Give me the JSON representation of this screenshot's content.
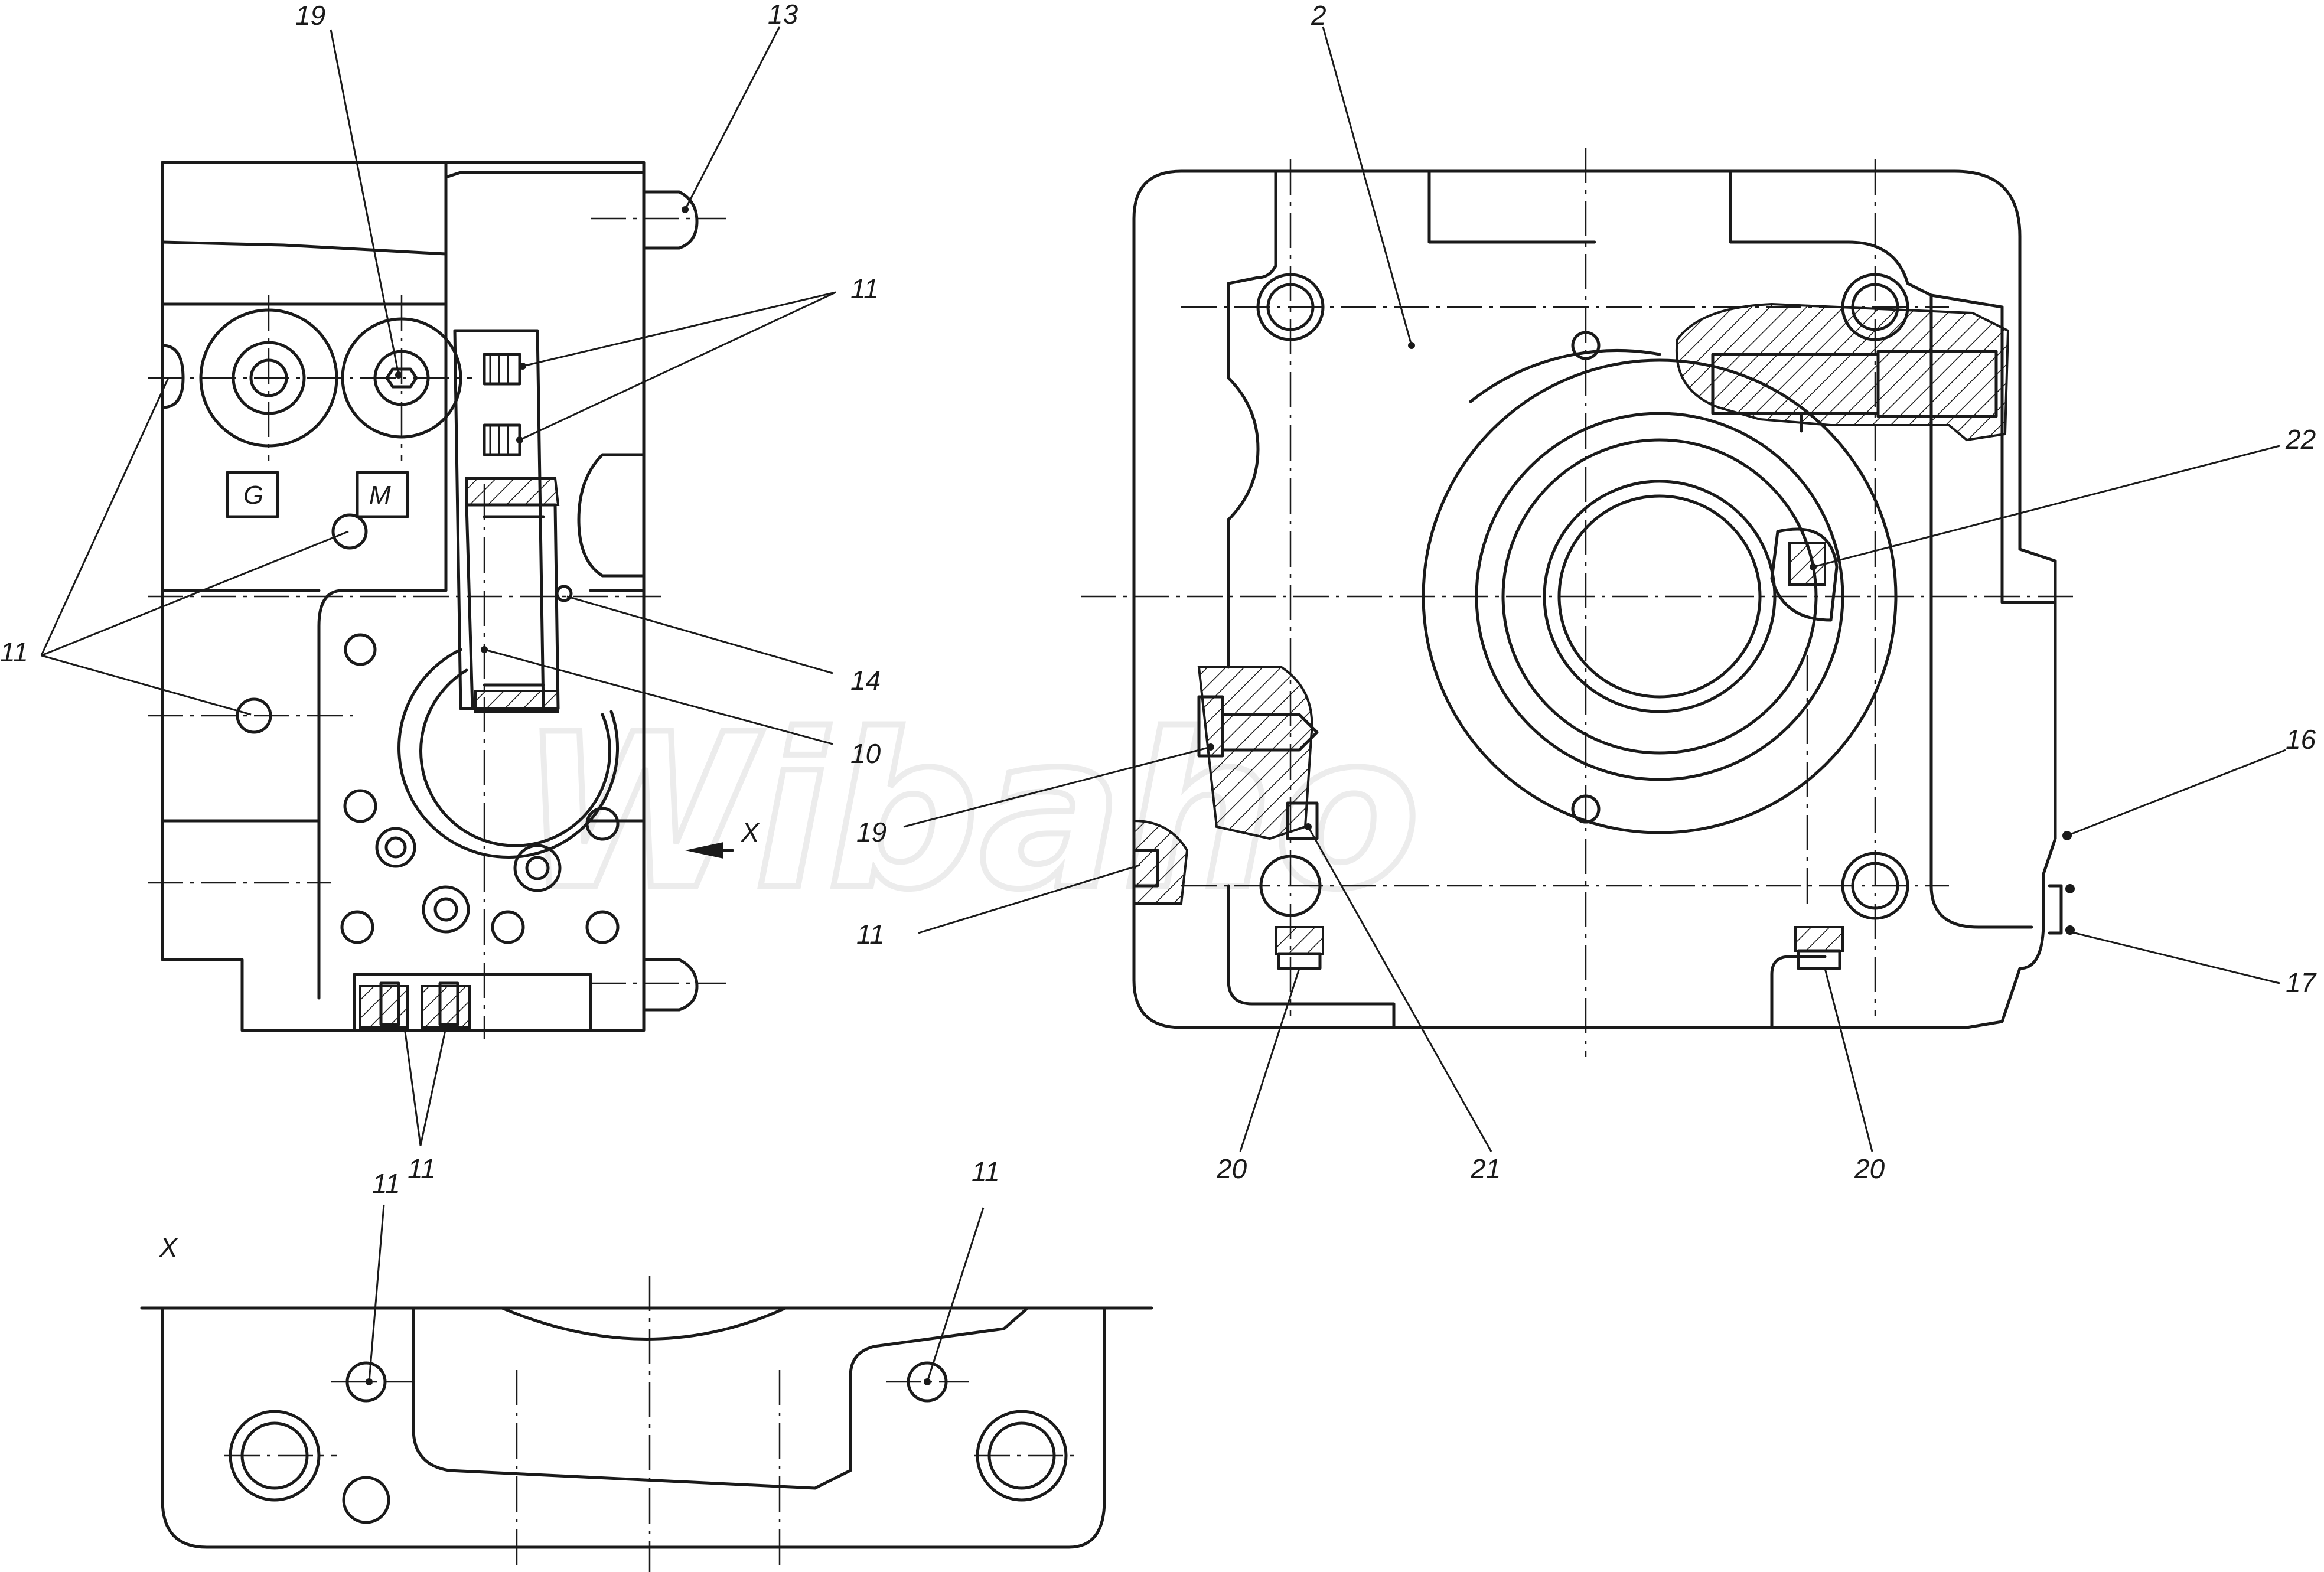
{
  "watermark": "Wibaho",
  "view_label": "X",
  "arrow_label": "X",
  "port_labels": [
    "G",
    "M"
  ],
  "callouts": {
    "c19a": "19",
    "c13": "13",
    "c2": "2",
    "c11a": "11",
    "c11b": "11",
    "c22": "22",
    "c14": "14",
    "c10": "10",
    "c19b": "19",
    "c11c": "11",
    "c16": "16",
    "c17": "17",
    "c11d": "11",
    "c20a": "20",
    "c21": "21",
    "c20b": "20",
    "c11e": "11",
    "c11f": "11"
  }
}
